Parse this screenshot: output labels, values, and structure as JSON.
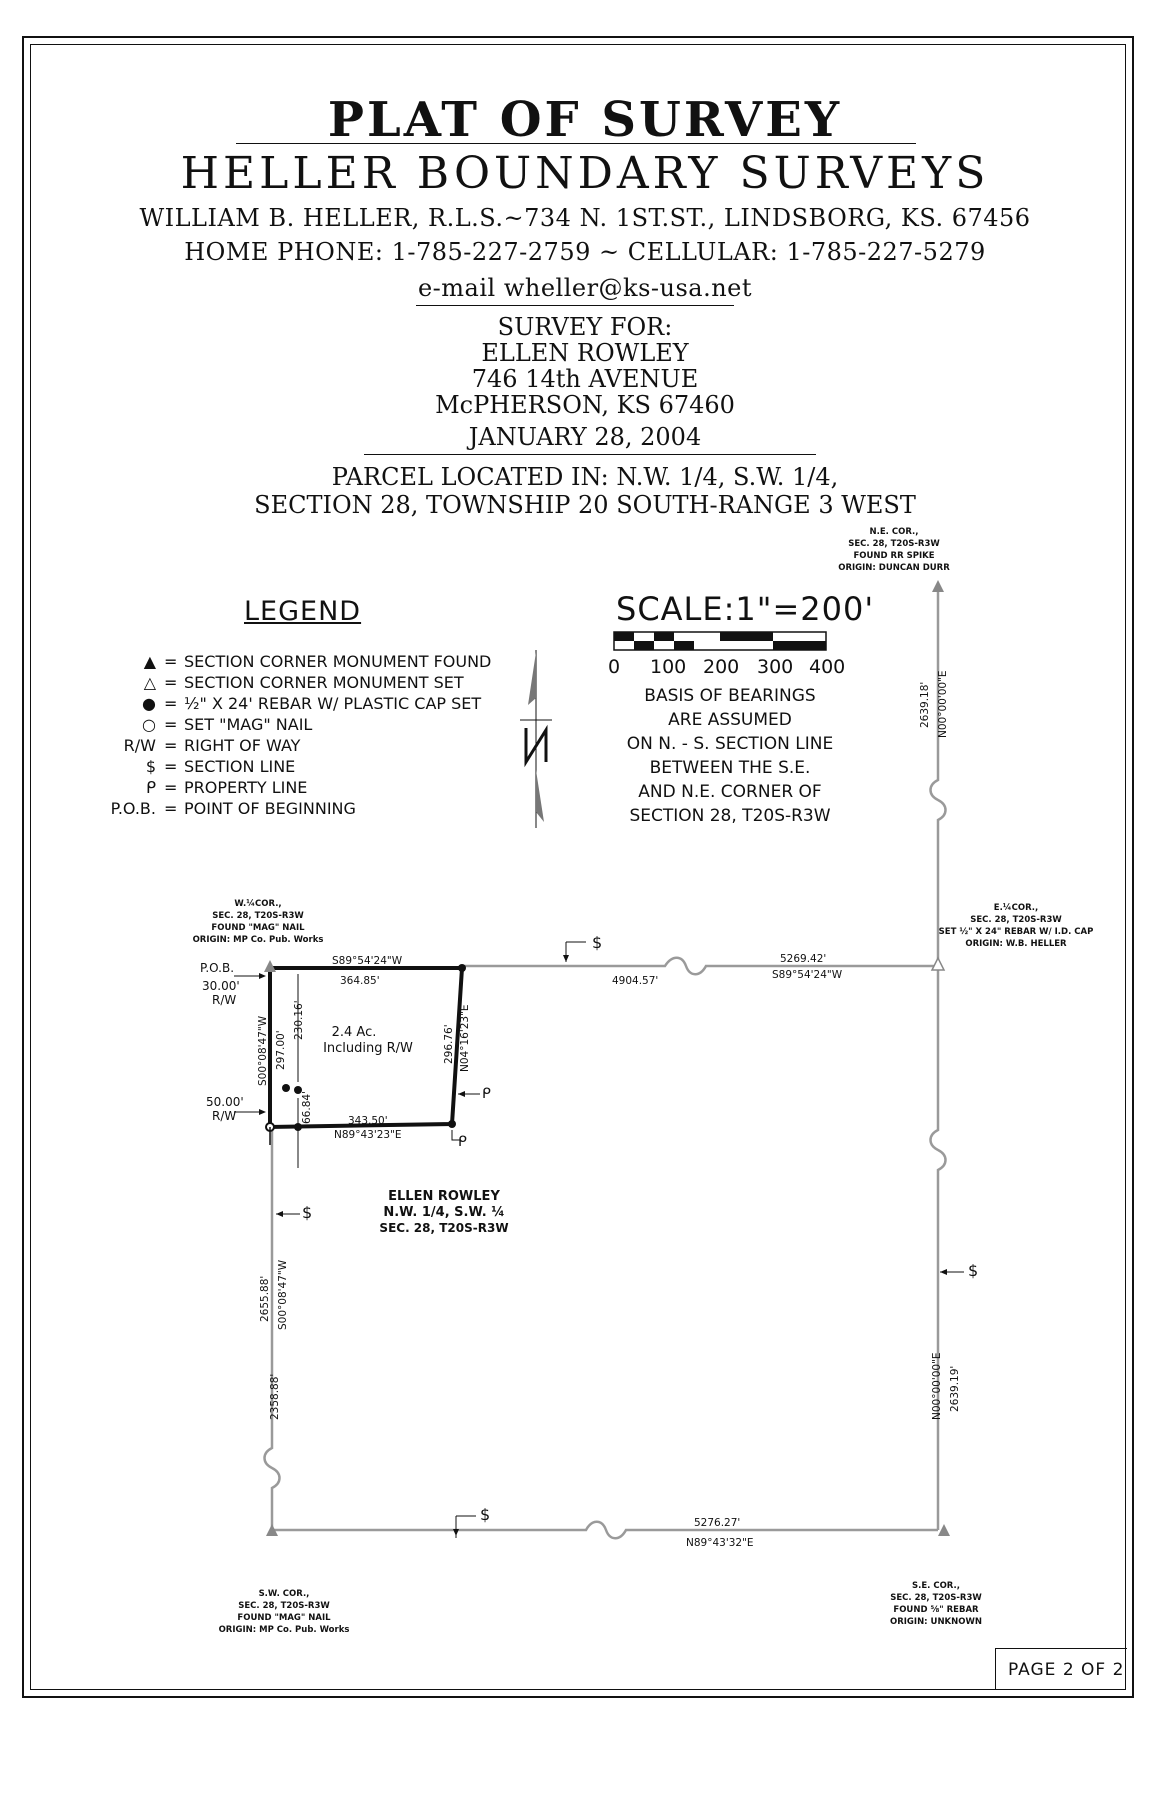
{
  "title": "PLAT OF SURVEY",
  "firm": "HELLER BOUNDARY SURVEYS",
  "address_line": "WILLIAM  B. HELLER, R.L.S.~734  N. 1ST.ST., LINDSBORG, KS. 67456",
  "phone_line": "HOME  PHONE: 1-785-227-2759  ~  CELLULAR: 1-785-227-5279",
  "email_line": "e-mail wheller@ks-usa.net",
  "survey_for": {
    "label": "SURVEY  FOR:",
    "name": "ELLEN  ROWLEY",
    "street": "746  14th  AVENUE",
    "city": "McPHERSON, KS  67460",
    "date": "JANUARY  28, 2004"
  },
  "parcel": {
    "line1": "PARCEL  LOCATED  IN:  N.W. 1/4, S.W. 1/4,",
    "line2": "SECTION  28, TOWNSHIP  20  SOUTH-RANGE  3  WEST"
  },
  "legend": {
    "title": "LEGEND",
    "items": [
      {
        "symbol": "▲",
        "text": "SECTION CORNER MONUMENT FOUND"
      },
      {
        "symbol": "△",
        "text": "SECTION CORNER MONUMENT SET"
      },
      {
        "symbol": "●",
        "text": "½\" X 24' REBAR W/ PLASTIC CAP SET"
      },
      {
        "symbol": "○",
        "text": "SET \"MAG\" NAIL"
      },
      {
        "symbol": "R/W",
        "text": "RIGHT OF WAY"
      },
      {
        "symbol": "$",
        "text": "SECTION LINE"
      },
      {
        "symbol": "ᑭ",
        "text": "PROPERTY LINE"
      },
      {
        "symbol": "P.O.B.",
        "text": "POINT OF BEGINNING"
      }
    ],
    "equals": "="
  },
  "scale": {
    "title": "SCALE:1\"=200'",
    "ticks": [
      "0",
      "100",
      "200",
      "300",
      "400"
    ]
  },
  "basis_of_bearings": [
    "BASIS OF BEARINGS",
    "ARE  ASSUMED",
    "ON N. - S. SECTION LINE",
    "BETWEEN THE S.E.",
    "AND N.E. CORNER OF",
    "SECTION 28, T20S-R3W"
  ],
  "corners": {
    "ne": [
      "N.E. COR.,",
      "SEC. 28, T20S-R3W",
      "FOUND RR SPIKE",
      "ORIGIN: DUNCAN DURR"
    ],
    "e_quarter": [
      "E.¼COR.,",
      "SEC. 28, T20S-R3W",
      "SET ½\" X 24\" REBAR W/ I.D. CAP",
      "ORIGIN: W.B. HELLER"
    ],
    "w_quarter": [
      "W.¼COR.,",
      "SEC. 28, T20S-R3W",
      "FOUND \"MAG\" NAIL",
      "ORIGIN: MP Co. Pub. Works"
    ],
    "sw": [
      "S.W. COR.,",
      "SEC. 28, T20S-R3W",
      "FOUND \"MAG\" NAIL",
      "ORIGIN: MP Co. Pub. Works"
    ],
    "se": [
      "S.E. COR.,",
      "SEC. 28, T20S-R3W",
      "FOUND ⅝\" REBAR",
      "ORIGIN: UNKNOWN"
    ]
  },
  "dims": {
    "east_upper_dist": "2639.18'",
    "east_upper_bearing": "N00°00'00\"E",
    "east_lower_bearing": "N00°00'00\"E",
    "east_lower_dist": "2639.19'",
    "north_bearing_top": "S89°54'24\"W",
    "north_tract_dist": "364.85'",
    "north_mid_dist": "4904.57'",
    "north_right_dist": "5269.42'",
    "north_right_bearing": "S89°54'24\"W",
    "west_tract_bearing": "S00°08'47\"W",
    "west_tract_dist": "297.00'",
    "inner_dist": "230.16'",
    "inner_small": "66.84'",
    "east_tract_dist": "296.76'",
    "east_tract_bearing": "N04°16'23\"E",
    "south_tract_dist": "343.50'",
    "south_tract_bearing": "N89°43'23\"E",
    "west_line_dist": "2655.88'",
    "west_line_bearing": "S00°08'47\"W",
    "west_line_lower": "2358.88'",
    "south_line_dist": "5276.27'",
    "south_line_bearing": "N89°43'32\"E"
  },
  "labels": {
    "pob": "P.O.B.",
    "rw30": "30.00'",
    "rw50": "50.00'",
    "rw": "R/W",
    "area1": "2.4  Ac.",
    "area2": "Including  R/W",
    "owner_name": "ELLEN  ROWLEY",
    "owner_loc1": "N.W. 1/4, S.W. ¼",
    "owner_loc2": "SEC. 28, T20S-R3W",
    "section_symbol": "$",
    "property_symbol": "ᑭ"
  },
  "page": "PAGE  2  OF  2"
}
